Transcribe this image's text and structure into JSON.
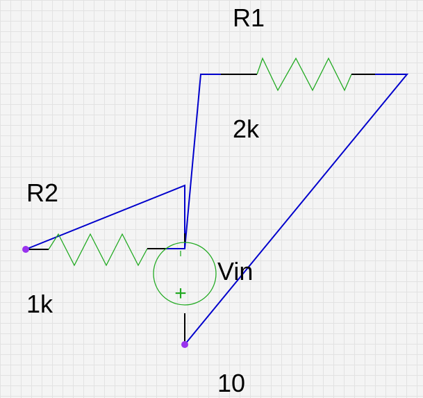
{
  "components": {
    "r1": {
      "name": "R1",
      "value": "2k"
    },
    "r2": {
      "name": "R2",
      "value": "1k"
    },
    "vin": {
      "name": "Vin",
      "value": "10",
      "polarity_symbol": "+"
    }
  },
  "colors": {
    "background": "#f4f4f4",
    "grid": "#e2e2e2",
    "wire": "#0000cc",
    "component": "#22aa22",
    "lead": "#000000",
    "node": "#9933ee"
  }
}
